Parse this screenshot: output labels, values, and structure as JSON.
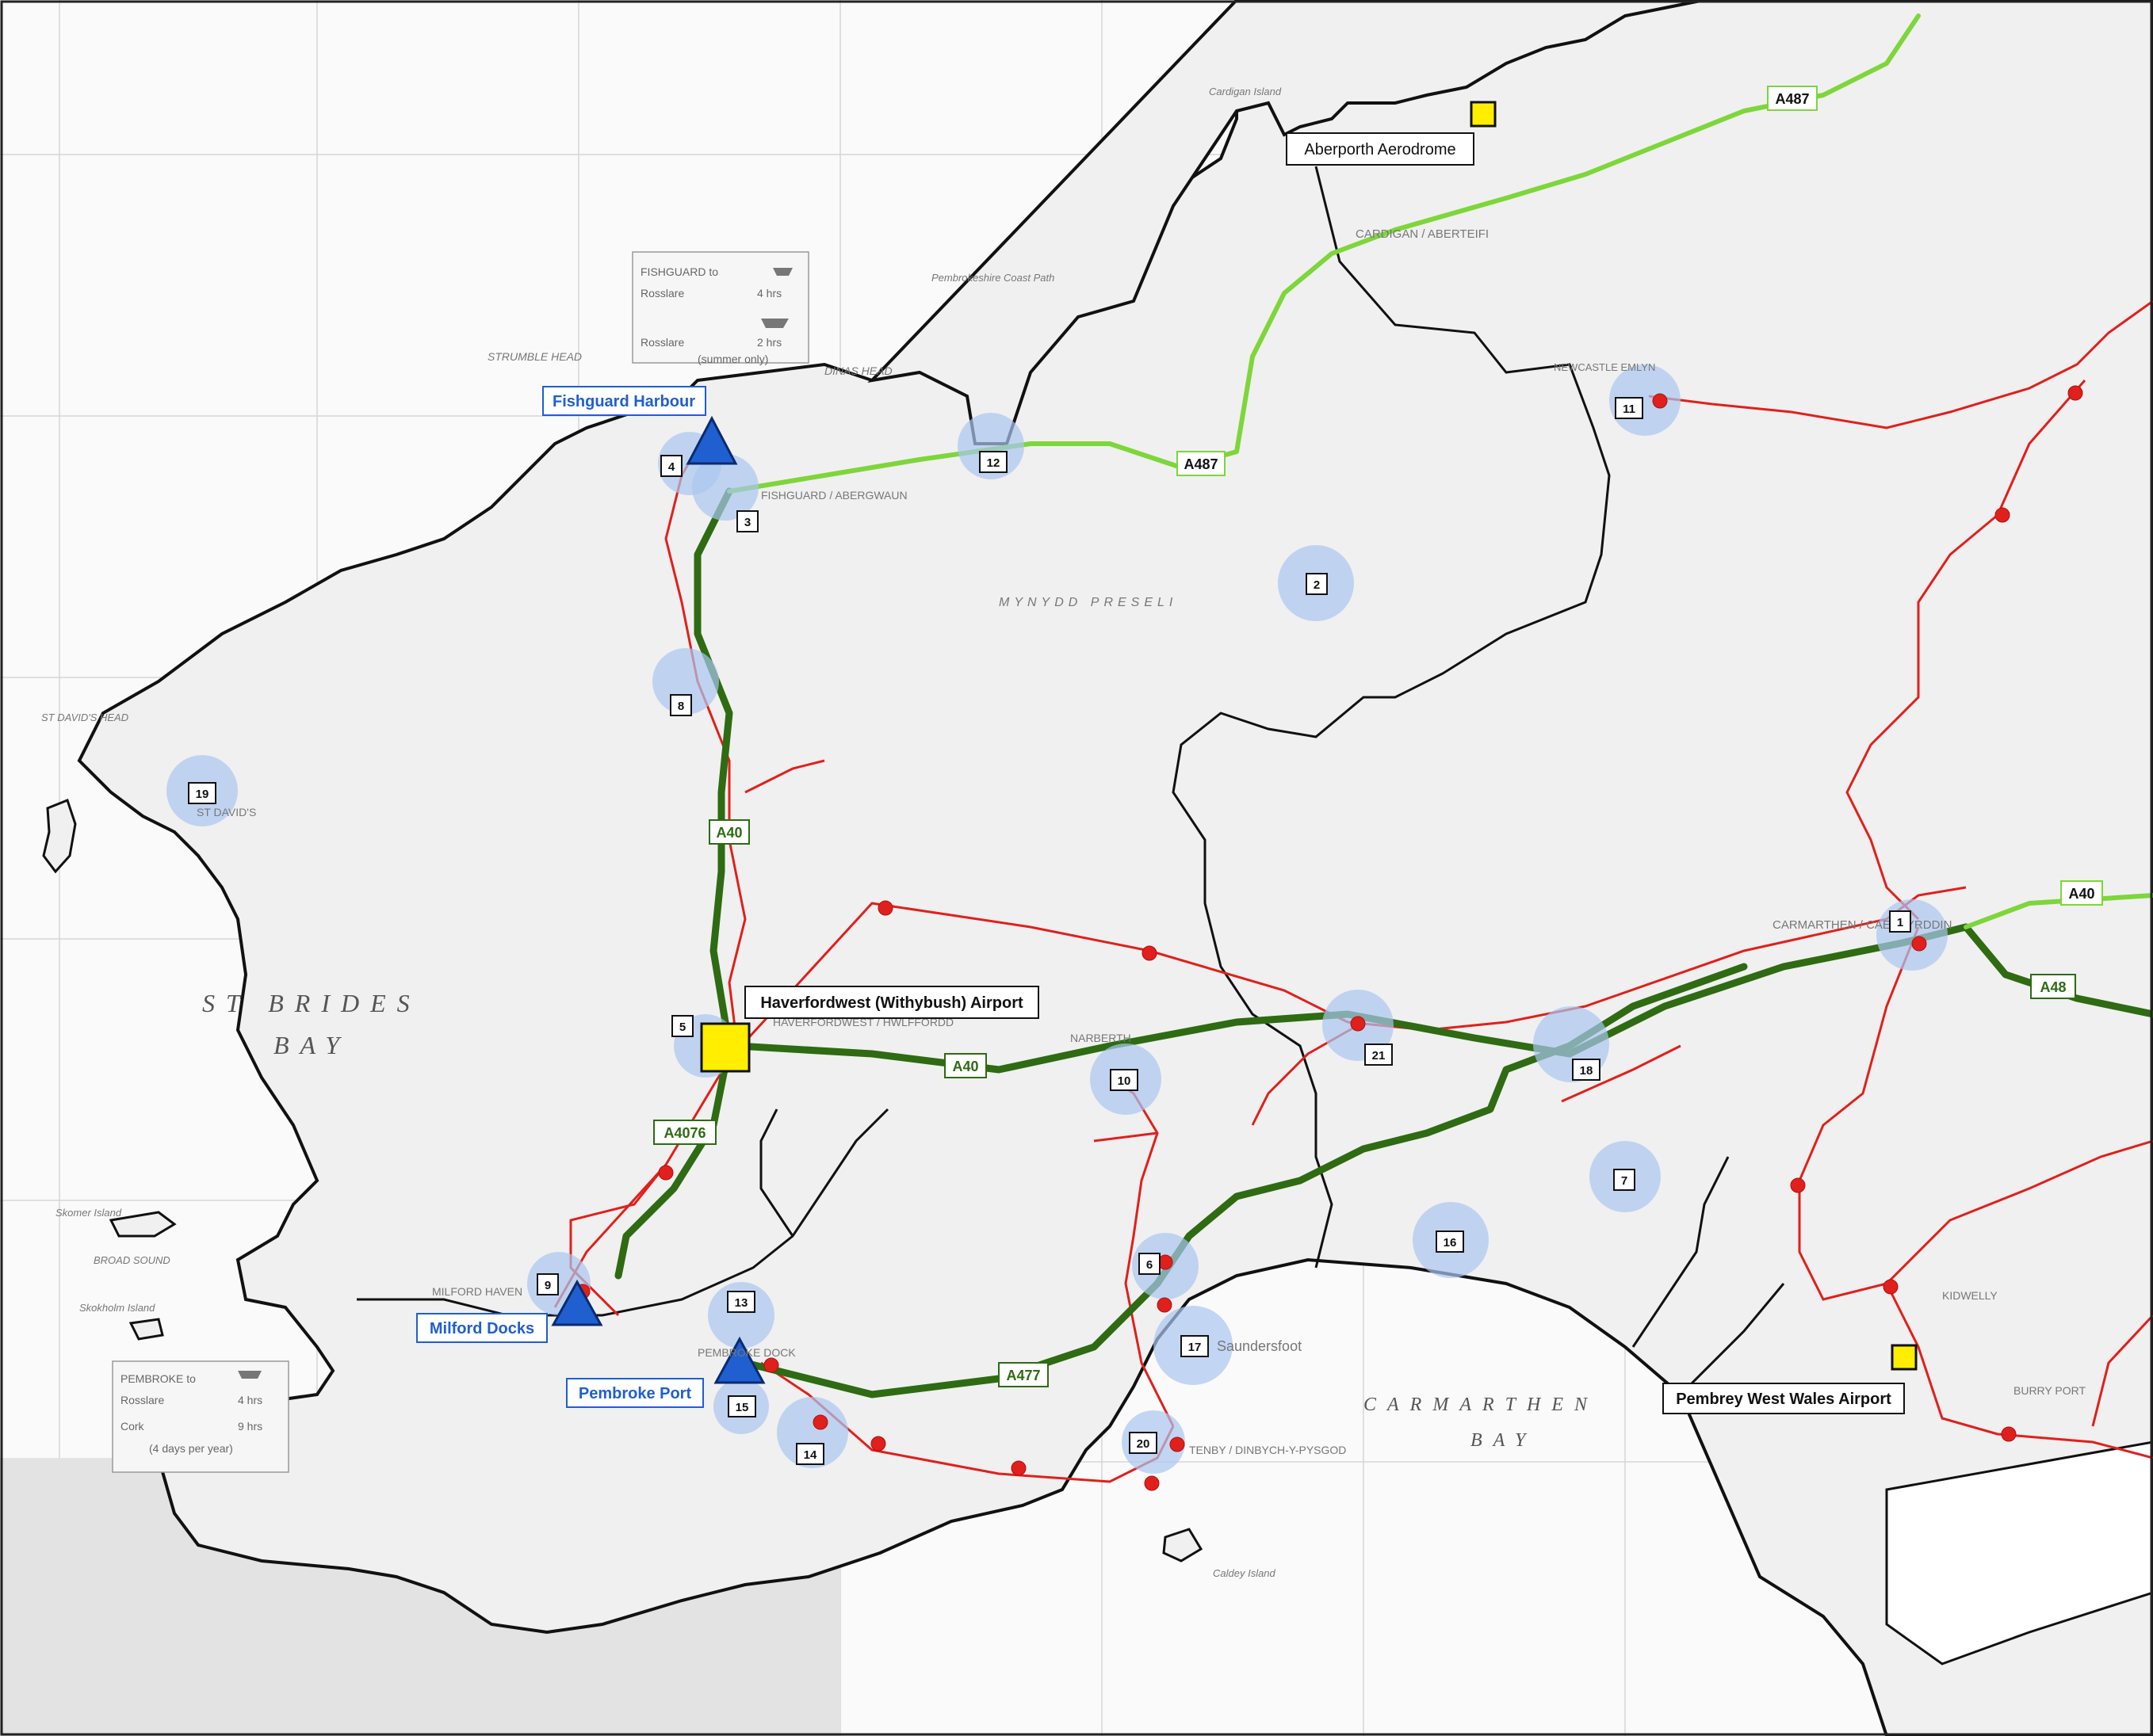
{
  "colors": {
    "trunk_road": "#2e6b12",
    "secondary_road": "#7dd63a",
    "local_route": "#e0201c",
    "node": "#e0201c",
    "port_triangle": "#1f5fd0",
    "airport_square": "#ffee00",
    "site_circle": "#a9c6f0",
    "coast": "#111111",
    "sea_grey": "#e8e8e8"
  },
  "airports": [
    {
      "label": "Aberporth Aerodrome"
    },
    {
      "label": "Haverfordwest (Withybush) Airport"
    },
    {
      "label": "Pembrey West Wales Airport"
    }
  ],
  "ports": [
    {
      "label": "Fishguard Harbour"
    },
    {
      "label": "Milford Docks"
    },
    {
      "label": "Pembroke Port"
    }
  ],
  "roads": {
    "a40_west": "A40",
    "a40_east": "A40",
    "a40_top": "A40",
    "a487_north": "A487",
    "a487_east": "A487",
    "a4076": "A4076",
    "a477": "A477",
    "a48": "A48"
  },
  "sites": [
    "1",
    "2",
    "3",
    "4",
    "5",
    "6",
    "7",
    "8",
    "9",
    "10",
    "11",
    "12",
    "13",
    "14",
    "15",
    "16",
    "17",
    "18",
    "19",
    "20",
    "21"
  ],
  "sea_labels": {
    "st_brides_1": "ST BRIDES",
    "st_brides_2": "BAY",
    "carmarthen_1": "CARMARTHEN",
    "carmarthen_2": "BAY"
  },
  "place_labels": {
    "fishguard_town": "FISHGUARD / ABERGWAUN",
    "cardigan": "CARDIGAN / ABERTEIFI",
    "haverfordwest": "HAVERFORDWEST / HWLFFORDD",
    "carmarthen": "CARMARTHEN / CAERFYRDDIN",
    "newcastle_emlyn": "NEWCASTLE EMLYN",
    "st_davids": "ST DAVID'S",
    "pembroke_dock": "PEMBROKE DOCK",
    "milford_haven": "MILFORD HAVEN",
    "narberth": "NARBERTH",
    "saundersfoot": "Saundersfoot",
    "tenby": "TENBY / DINBYCH-Y-PYSGOD",
    "kidwelly": "KIDWELLY",
    "burry_port": "BURRY PORT",
    "mynydd_preseli": "MYNYDD PRESELI",
    "strumble_head": "STRUMBLE HEAD",
    "dinas_head": "DINAS HEAD",
    "skomer": "Skomer Island",
    "skokholm": "Skokholm Island",
    "broad_sound": "BROAD SOUND",
    "st_davids_head": "ST DAVID'S HEAD",
    "cardigan_island": "Cardigan Island",
    "caldey": "Caldey Island",
    "pembrokeshire_coast_path": "Pembrokeshire Coast Path"
  },
  "ferry_fishguard": {
    "title": "FISHGUARD to",
    "row1_dest": "Rosslare",
    "row1_time": "4 hrs",
    "row2_dest": "Rosslare",
    "row2_time": "2 hrs",
    "note": "(summer only)"
  },
  "ferry_pembroke": {
    "title": "PEMBROKE to",
    "row1_dest": "Rosslare",
    "row1_time": "4 hrs",
    "row2_dest": "Cork",
    "row2_time": "9 hrs",
    "note": "(4 days per year)"
  }
}
